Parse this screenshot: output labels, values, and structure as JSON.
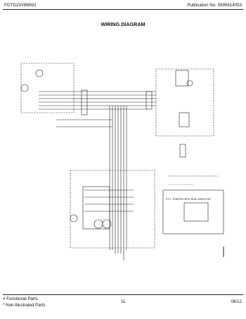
{
  "header": {
    "model": "FGTD23V8MW1",
    "publication": "Publication No:  5995614053"
  },
  "title": "WIRING DIAGRAM",
  "diagram": {
    "ptc_caption": "P.T.C. STARTER WITH RUN CAPACITOR"
  },
  "footer": {
    "functional_parts": "# Functional Parts",
    "non_illustrated": "* Non-Illustrated Parts",
    "page": "11",
    "date": "06/12"
  }
}
